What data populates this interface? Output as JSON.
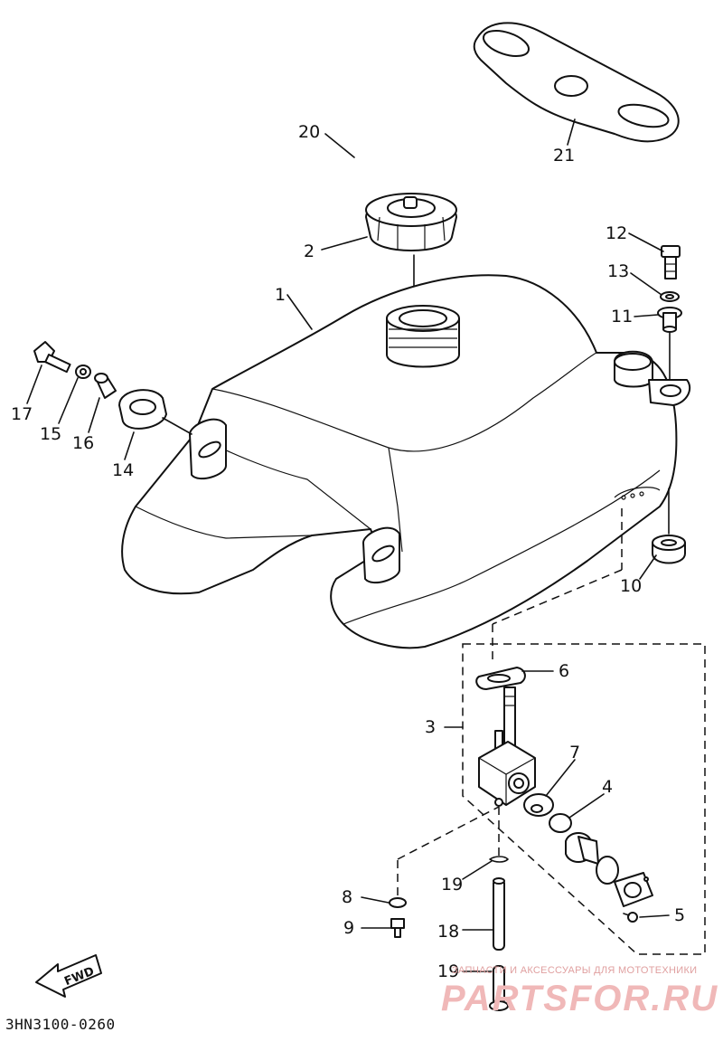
{
  "diagram": {
    "code": "3HN3100-0260",
    "fwd_label": "FWD",
    "callouts": {
      "c1": "1",
      "c2": "2",
      "c3": "3",
      "c4": "4",
      "c5": "5",
      "c6": "6",
      "c7": "7",
      "c8": "8",
      "c9": "9",
      "c10": "10",
      "c11": "11",
      "c12": "12",
      "c13": "13",
      "c14": "14",
      "c15": "15",
      "c16": "16",
      "c17": "17",
      "c18": "18",
      "c19a": "19",
      "c19b": "19",
      "c20": "20",
      "c21": "21"
    }
  },
  "watermark": {
    "tagline": "ЗАПЧАСТИ И АКСЕССУАРЫ ДЛЯ МОТОТЕХНИКИ",
    "logo": "PARTSFOR.RU"
  }
}
